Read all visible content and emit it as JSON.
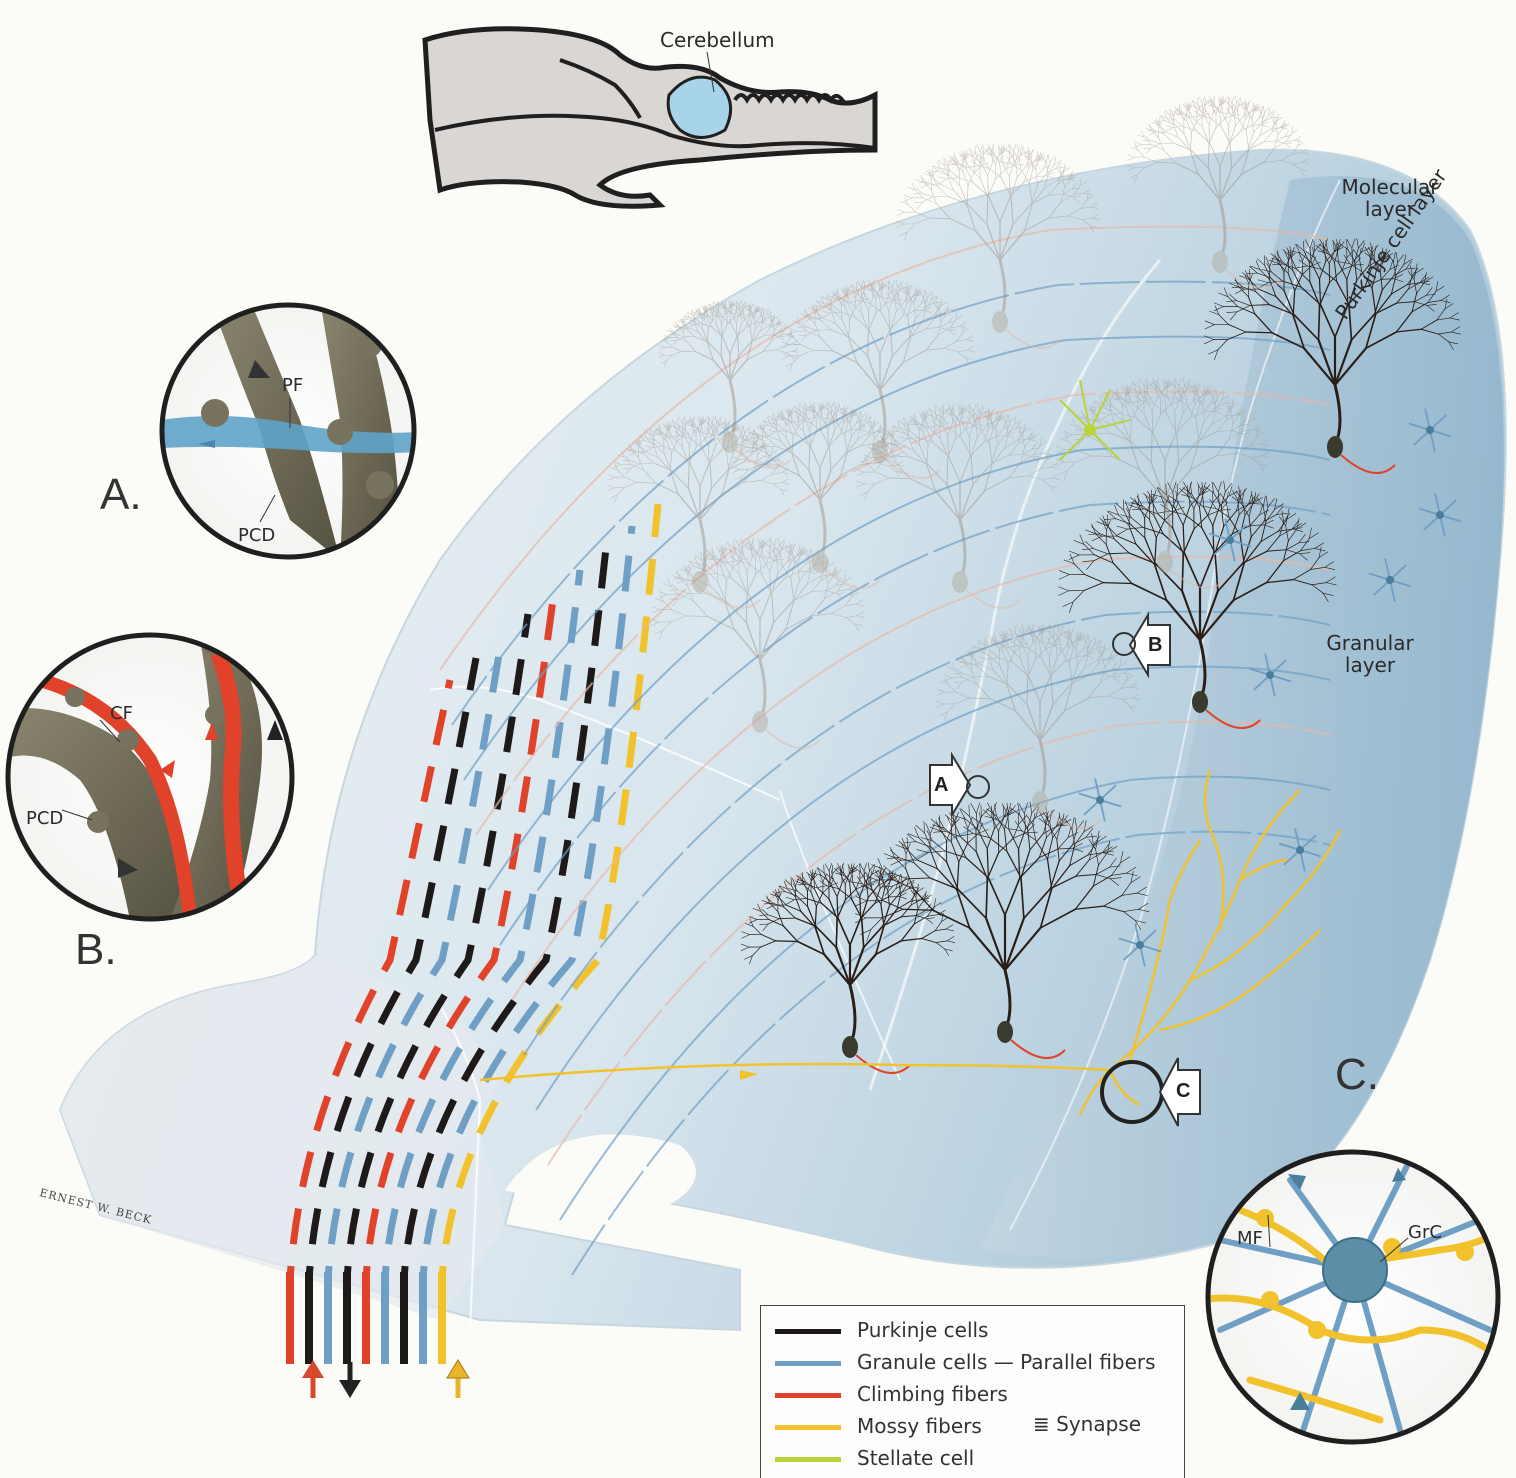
{
  "labels": {
    "cerebellum": "Cerebellum",
    "molecular_layer": "Molecular layer",
    "purkinje_cell_layer": "Purkinje cell layer",
    "granular_layer": "Granular layer",
    "inset_a": "A.",
    "inset_b": "B.",
    "inset_c": "C.",
    "callout_a": "A",
    "callout_b": "B",
    "callout_c": "C",
    "pf": "PF",
    "pcd_a": "PCD",
    "cf": "CF",
    "pcd_b": "PCD",
    "mf": "MF",
    "grc": "GrC",
    "signature": "ERNEST W. BECK"
  },
  "legend": {
    "items": [
      {
        "label": "Purkinje cells",
        "color": "#1e1a1a"
      },
      {
        "label": "Granule cells — Parallel fibers",
        "color": "#6f9fc4"
      },
      {
        "label": "Climbing fibers",
        "color": "#e0432a"
      },
      {
        "label": "Mossy fibers",
        "color": "#f2c22c"
      },
      {
        "label": "Stellate cell",
        "color": "#b8d43a"
      }
    ],
    "synapse_symbol": "≣",
    "synapse_label": "Synapse"
  },
  "colors": {
    "purkinje": "#1e1a1a",
    "granule": "#6f9fc4",
    "climbing": "#e0432a",
    "mossy": "#f2c22c",
    "stellate": "#b8d43a",
    "dendrite_gray": "#6e6a58",
    "tissue": "#c8dbe6"
  }
}
